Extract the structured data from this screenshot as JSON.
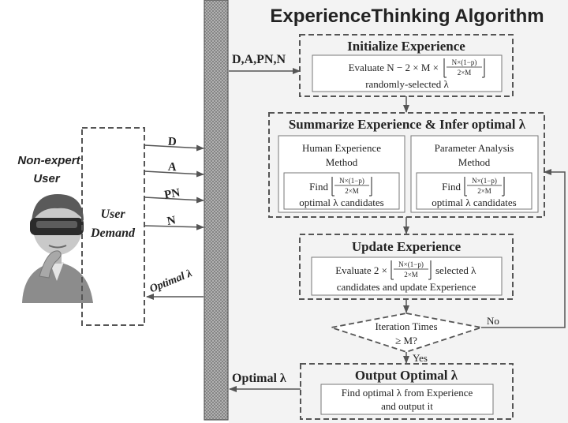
{
  "title": "ExperienceThinking Algorithm",
  "user": {
    "line1": "Non-expert",
    "line2": "User"
  },
  "demand": {
    "line1": "User",
    "line2": "Demand"
  },
  "inputs": [
    "D",
    "A",
    "PN",
    "N"
  ],
  "optimal_lambda_label": "Optimal λ",
  "input_bundle_label": "D,A,PN,N",
  "output_label": "Optimal λ",
  "init": {
    "title": "Initialize Experience",
    "eval_prefix": "Evaluate N − 2 × M ×",
    "frac_num": "N×(1−p)",
    "frac_den": "2×M",
    "line2": "randomly-selected λ"
  },
  "summarize": {
    "title": "Summarize Experience & Infer optimal λ",
    "human": {
      "line1": "Human Experience",
      "line2": "Method",
      "find": "Find",
      "frac_num": "N×(1−p)",
      "frac_den": "2×M",
      "cand": "optimal λ candidates"
    },
    "param": {
      "line1": "Parameter Analysis",
      "line2": "Method",
      "find": "Find",
      "frac_num": "N×(1−p)",
      "frac_den": "2×M",
      "cand": "optimal λ candidates"
    }
  },
  "update": {
    "title": "Update Experience",
    "eval_prefix": "Evaluate 2 ×",
    "frac_num": "N×(1−p)",
    "frac_den": "2×M",
    "eval_suffix": "selected λ",
    "line2": "candidates and update Experience"
  },
  "decision": {
    "line1": "Iteration Times",
    "line2": "≥ M?",
    "no": "No",
    "yes": "Yes"
  },
  "output": {
    "title": "Output Optimal λ",
    "line1": "Find optimal λ from Experience",
    "line2": "and output it"
  }
}
